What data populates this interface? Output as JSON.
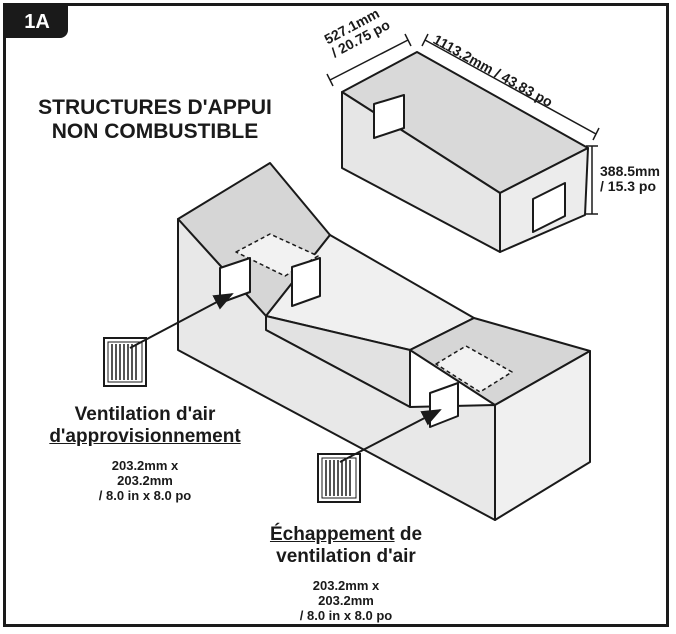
{
  "figure": {
    "badge": "1A"
  },
  "heading": {
    "line1": "STRUCTURES D'APPUI",
    "line2": "NON COMBUSTIBLE"
  },
  "dimensions": {
    "depth_line1": "527.1mm",
    "depth_line2": "/ 20.75 po",
    "length": "1113.2mm / 43.83 po",
    "height_line1": "388.5mm",
    "height_line2": "/ 15.3 po"
  },
  "supply": {
    "title_line1": "Ventilation d'air",
    "title_line2": "d'approvisionnement",
    "size_line1": "203.2mm x",
    "size_line2": "203.2mm",
    "size_line3": "/ 8.0 in x 8.0 po"
  },
  "exhaust": {
    "title_underlined": "Échappement",
    "title_rest": " de",
    "title_line2": "ventilation d'air",
    "size_line1": "203.2mm x",
    "size_line2": "203.2mm",
    "size_line3": "/ 8.0 in x 8.0 po"
  }
}
